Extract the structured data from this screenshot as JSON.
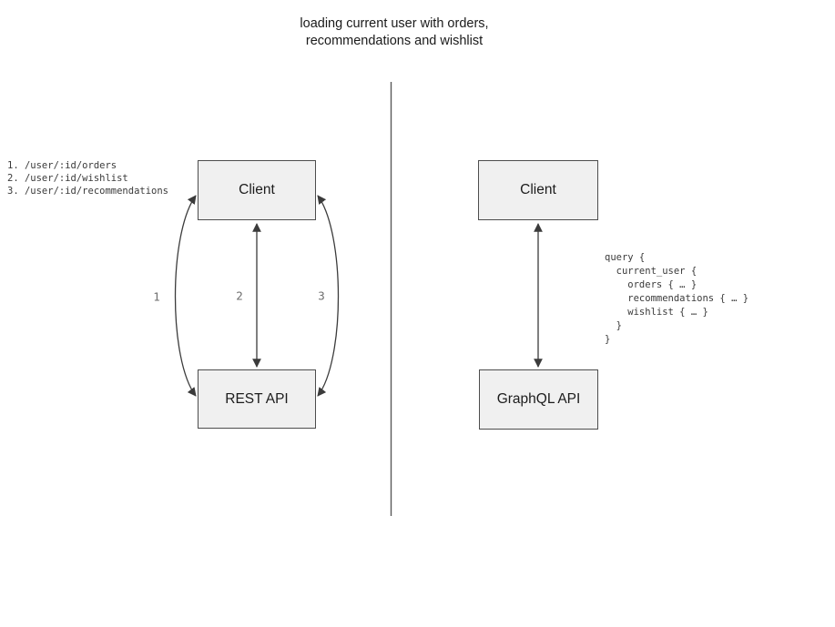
{
  "title": "loading current user with orders,\nrecommendations and wishlist",
  "rest_panel": {
    "endpoints": "1. /user/:id/orders\n2. /user/:id/wishlist\n3. /user/:id/recommendations",
    "client_label": "Client",
    "api_label": "REST API",
    "arrow_labels": [
      "1",
      "2",
      "3"
    ]
  },
  "graphql_panel": {
    "client_label": "Client",
    "api_label": "GraphQL API",
    "query": "query {\n  current_user {\n    orders { … }\n    recommendations { … }\n    wishlist { … }\n  }\n}"
  },
  "colors": {
    "box_fill": "#f0f0f0",
    "box_border": "#4d4d4d",
    "arrow_stroke": "#3b3b3b",
    "divider_stroke": "#5a5a5a",
    "edge_label": "#6e6e6e",
    "code_text": "#3a3a3a"
  }
}
